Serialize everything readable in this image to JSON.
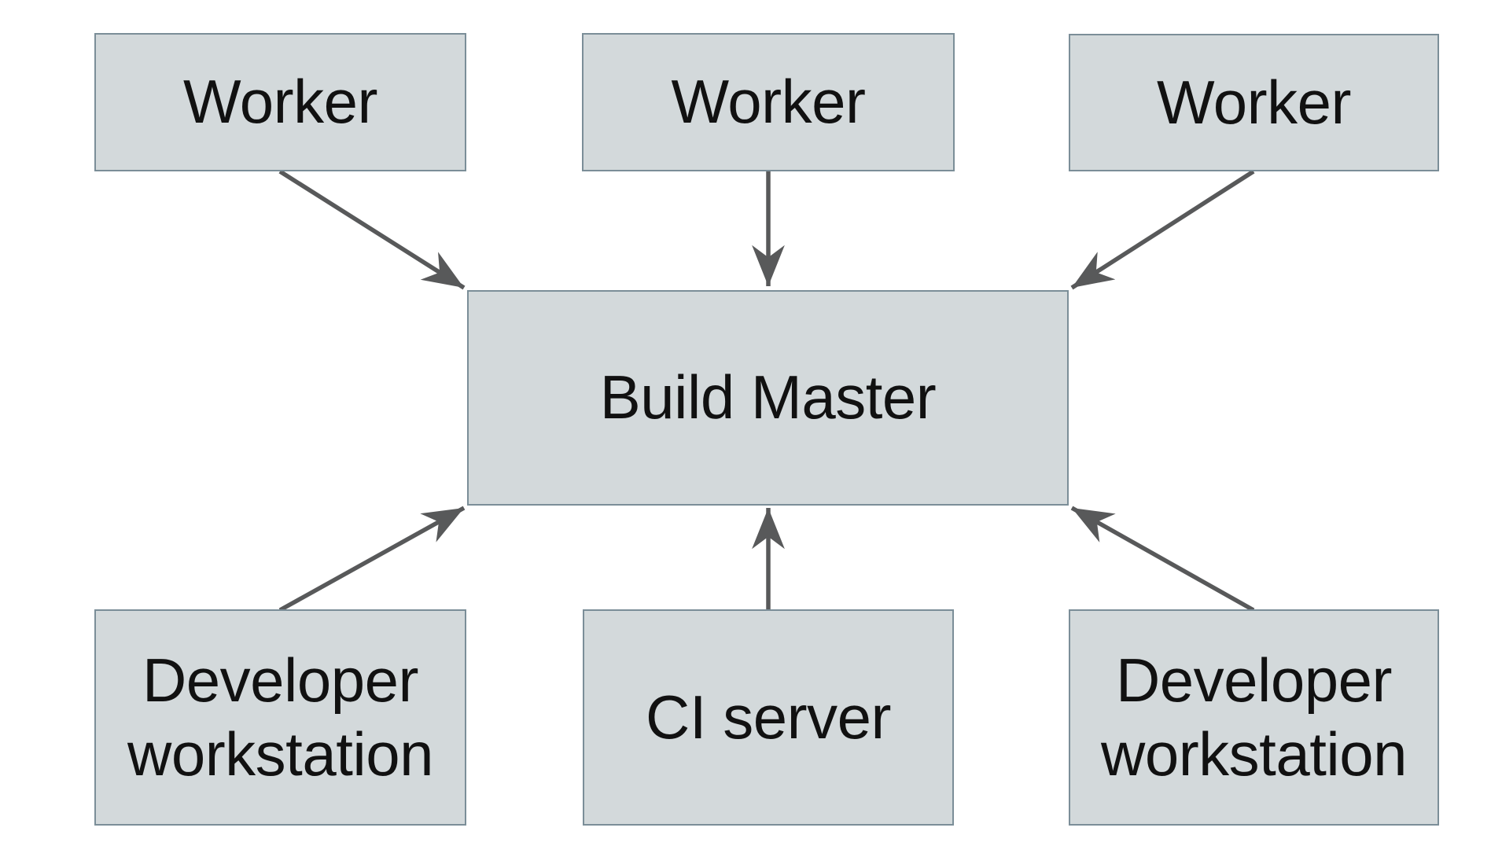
{
  "diagram": {
    "background_color": "#ffffff",
    "node_fill_color": "#d3d9db",
    "node_border_color": "#7b8e98",
    "arrow_color": "#58595a",
    "text_color": "#111111",
    "nodes": [
      {
        "id": "worker-1",
        "label": "Worker"
      },
      {
        "id": "worker-2",
        "label": "Worker"
      },
      {
        "id": "worker-3",
        "label": "Worker"
      },
      {
        "id": "build-master",
        "label": "Build Master"
      },
      {
        "id": "dev-workstation-left",
        "label": "Developer\nworkstation"
      },
      {
        "id": "ci-server",
        "label": "CI server"
      },
      {
        "id": "dev-workstation-right",
        "label": "Developer\nworkstation"
      }
    ],
    "edges": [
      {
        "from": "worker-1",
        "to": "build-master"
      },
      {
        "from": "worker-2",
        "to": "build-master"
      },
      {
        "from": "worker-3",
        "to": "build-master"
      },
      {
        "from": "dev-workstation-left",
        "to": "build-master"
      },
      {
        "from": "ci-server",
        "to": "build-master"
      },
      {
        "from": "dev-workstation-right",
        "to": "build-master"
      }
    ]
  }
}
